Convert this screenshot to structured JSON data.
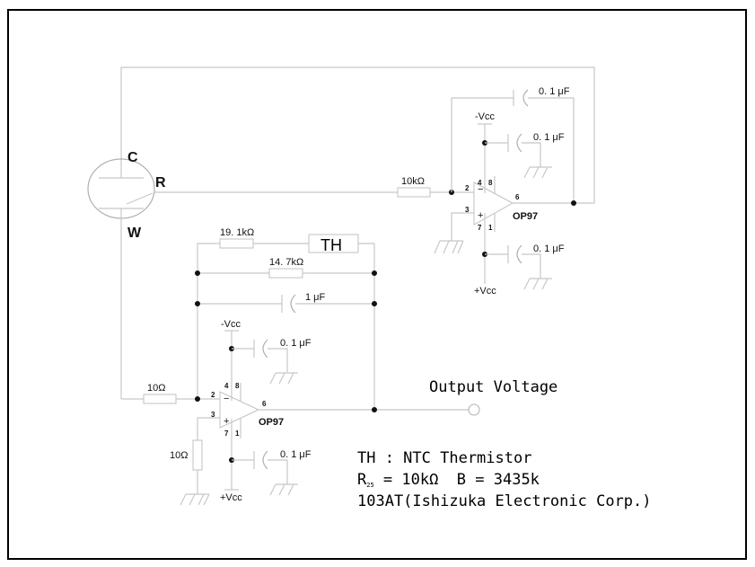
{
  "diagram": {
    "type": "schematic",
    "electrode": {
      "labels": {
        "counter": "C",
        "reference": "R",
        "working": "W"
      }
    },
    "components": {
      "upper_input_resistor": "10kΩ",
      "upper_feedback_cap": "0. 1 μF",
      "upper_neg_supply_cap": "0. 1 μF",
      "upper_pos_supply_cap": "0. 1 μF",
      "upper_opamp": "OP97",
      "lower_input_resistor": "10Ω",
      "lower_ground_resistor": "10Ω",
      "feedback_r1": "19. 1kΩ",
      "feedback_r2": "14. 7kΩ",
      "feedback_cap": "1 μF",
      "thermistor": "TH",
      "lower_neg_supply_cap": "0. 1 μF",
      "lower_pos_supply_cap": "0. 1 μF",
      "lower_opamp": "OP97"
    },
    "supplies": {
      "neg": "-Vcc",
      "pos": "+Vcc"
    },
    "pins": {
      "inv": "2",
      "noninv": "3",
      "out": "6",
      "vneg": "4",
      "vneg8": "8",
      "vpos": "7",
      "vpos1": "1"
    },
    "output_label": "Output Voltage",
    "notes": {
      "line1": "TH : NTC Thermistor",
      "line2_r": "R",
      "line2_sub": "25",
      "line2_rest": " = 10kΩ  B = 3435k",
      "line3": "103AT(Ishizuka Electronic Corp.)"
    }
  }
}
